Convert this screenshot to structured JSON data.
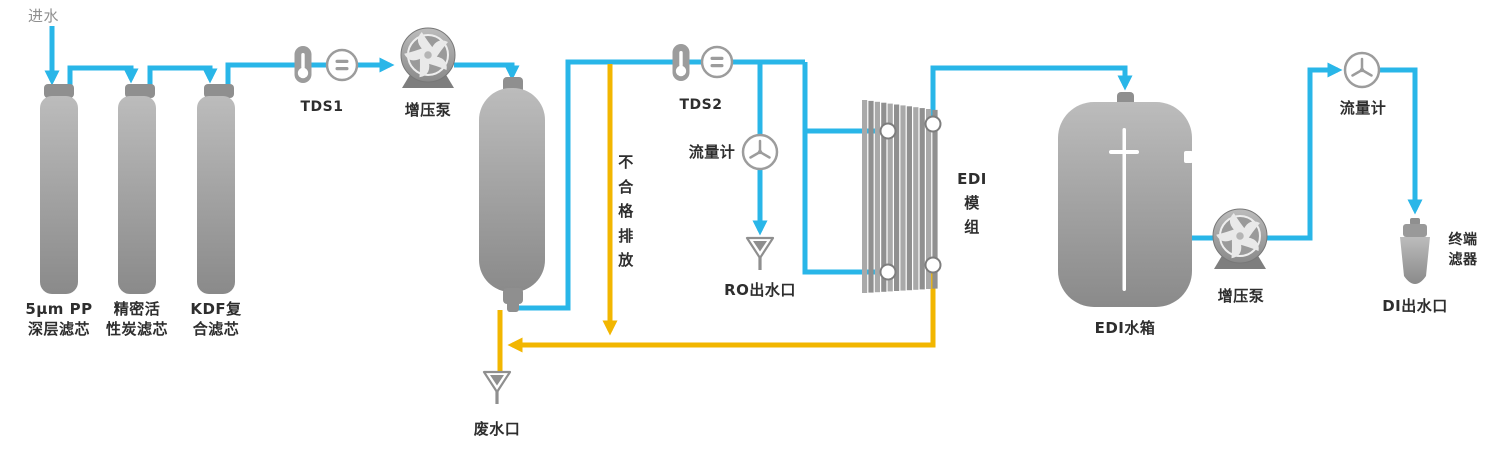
{
  "colors": {
    "product_pipe": "#29b6e8",
    "drain_pipe": "#f2b600",
    "equipment_gray": "#969696",
    "label_text": "#2e2e2e"
  },
  "labels": {
    "inlet": "进水",
    "filter_pp": "5μm PP\n深层滤芯",
    "filter_carbon": "精密活\n性炭滤芯",
    "filter_kdf": "KDF复\n合滤芯",
    "tds1": "TDS1",
    "pump1": "增压泵",
    "drain_line": "不\n合\n格\n排\n放",
    "tds2": "TDS2",
    "flow_meter1": "流量计",
    "ro_outlet": "RO出水口",
    "edi_module": "EDI\n模\n组",
    "edi_tank": "EDI水箱",
    "pump2": "增压泵",
    "flow_meter2": "流量计",
    "terminal_filter": "终端\n滤器",
    "di_outlet": "DI出水口",
    "waste_outlet": "废水口"
  }
}
